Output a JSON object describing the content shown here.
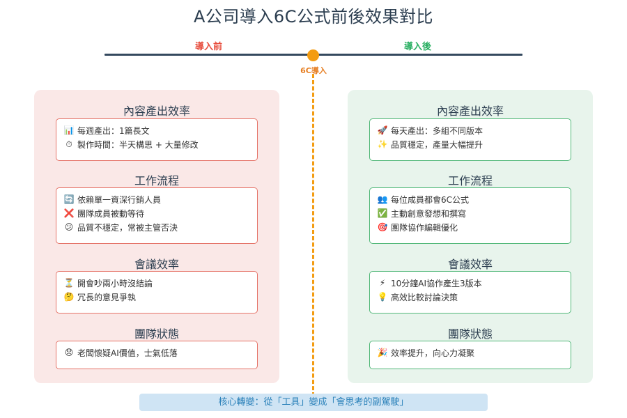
{
  "title": "A公司導入6C公式前後效果對比",
  "timeline": {
    "before_label": "導入前",
    "after_label": "導入後",
    "marker_label": "6C導入"
  },
  "colors": {
    "before_accent": "#e74c3c",
    "after_accent": "#27ae60",
    "marker": "#f39c12",
    "summary_text": "#2980b9"
  },
  "before": {
    "sections": [
      {
        "title": "內容產出效率",
        "items": [
          {
            "icon": "bar-chart-icon",
            "glyph": "📊",
            "text": "每週產出：1篇長文"
          },
          {
            "icon": "stopwatch-icon",
            "glyph": "⏱",
            "text": "製作時間：半天構思 + 大量修改"
          }
        ]
      },
      {
        "title": "工作流程",
        "items": [
          {
            "icon": "cycle-arrows-icon",
            "glyph": "🔄",
            "text": "依賴單一資深行銷人員"
          },
          {
            "icon": "cross-mark-icon",
            "glyph": "❌",
            "text": "團隊成員被動等待"
          },
          {
            "icon": "worried-face-icon",
            "glyph": "😕",
            "text": "品質不穩定，常被主管否決"
          }
        ]
      },
      {
        "title": "會議效率",
        "items": [
          {
            "icon": "hourglass-icon",
            "glyph": "⏳",
            "text": "開會吵兩小時沒結論"
          },
          {
            "icon": "thinking-face-icon",
            "glyph": "🤔",
            "text": "冗長的意見爭執"
          }
        ]
      },
      {
        "title": "團隊狀態",
        "items": [
          {
            "icon": "disappointed-face-icon",
            "glyph": "😞",
            "text": "老闆懷疑AI價值，士氣低落"
          }
        ]
      }
    ]
  },
  "after": {
    "sections": [
      {
        "title": "內容產出效率",
        "items": [
          {
            "icon": "rocket-icon",
            "glyph": "🚀",
            "text": "每天產出：多組不同版本"
          },
          {
            "icon": "sparkles-icon",
            "glyph": "✨",
            "text": "品質穩定，產量大幅提升"
          }
        ]
      },
      {
        "title": "工作流程",
        "items": [
          {
            "icon": "people-icon",
            "glyph": "👥",
            "text": "每位成員都會6C公式"
          },
          {
            "icon": "check-mark-icon",
            "glyph": "✅",
            "text": "主動創意發想和撰寫"
          },
          {
            "icon": "target-icon",
            "glyph": "🎯",
            "text": "團隊協作編輯優化"
          }
        ]
      },
      {
        "title": "會議效率",
        "items": [
          {
            "icon": "lightning-icon",
            "glyph": "⚡",
            "text": "10分鐘AI協作產生3版本"
          },
          {
            "icon": "light-bulb-icon",
            "glyph": "💡",
            "text": "高效比較討論決策"
          }
        ]
      },
      {
        "title": "團隊狀態",
        "items": [
          {
            "icon": "party-popper-icon",
            "glyph": "🎉",
            "text": "效率提升，向心力凝聚"
          }
        ]
      }
    ]
  },
  "summary": "核心轉變：從「工具」變成「會思考的副駕駛」"
}
